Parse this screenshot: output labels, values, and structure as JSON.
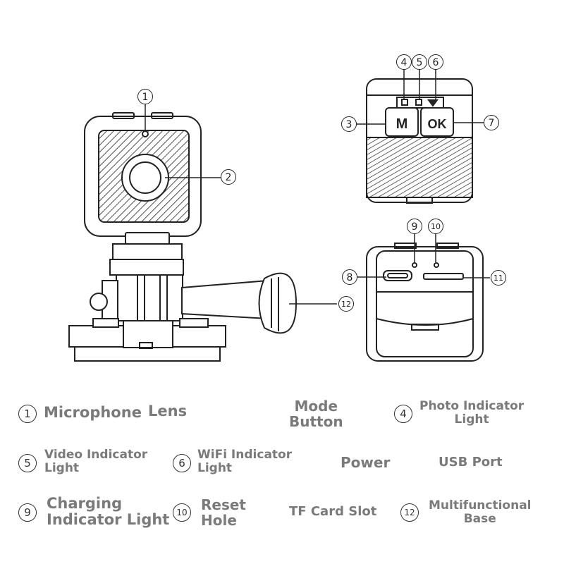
{
  "callouts": {
    "c1": "1",
    "c2": "2",
    "c3": "3",
    "c4": "4",
    "c5": "5",
    "c6": "6",
    "c7": "7",
    "c8": "8",
    "c9": "9",
    "c10": "10",
    "c11": "11",
    "c12": "12"
  },
  "buttons": {
    "mode": "M",
    "ok": "OK"
  },
  "legend": {
    "n1": "1",
    "microphone": "Microphone",
    "lens": "Lens",
    "mode_button": "Mode\nButton",
    "n4": "4",
    "photo_indicator": "Photo Indicator\nLight",
    "n5": "5",
    "video_indicator": "Video Indicator\nLight",
    "n6": "6",
    "wifi_indicator": "WiFi Indicator\nLight",
    "power": "Power",
    "usb_port": "USB Port",
    "n9": "9",
    "charging_indicator": "Charging\nIndicator Light",
    "n10": "10",
    "reset_hole": "Reset\nHole",
    "tf_card_slot": "TF Card Slot",
    "n12": "12",
    "multifunctional_base": "Multifunctional\nBase"
  }
}
